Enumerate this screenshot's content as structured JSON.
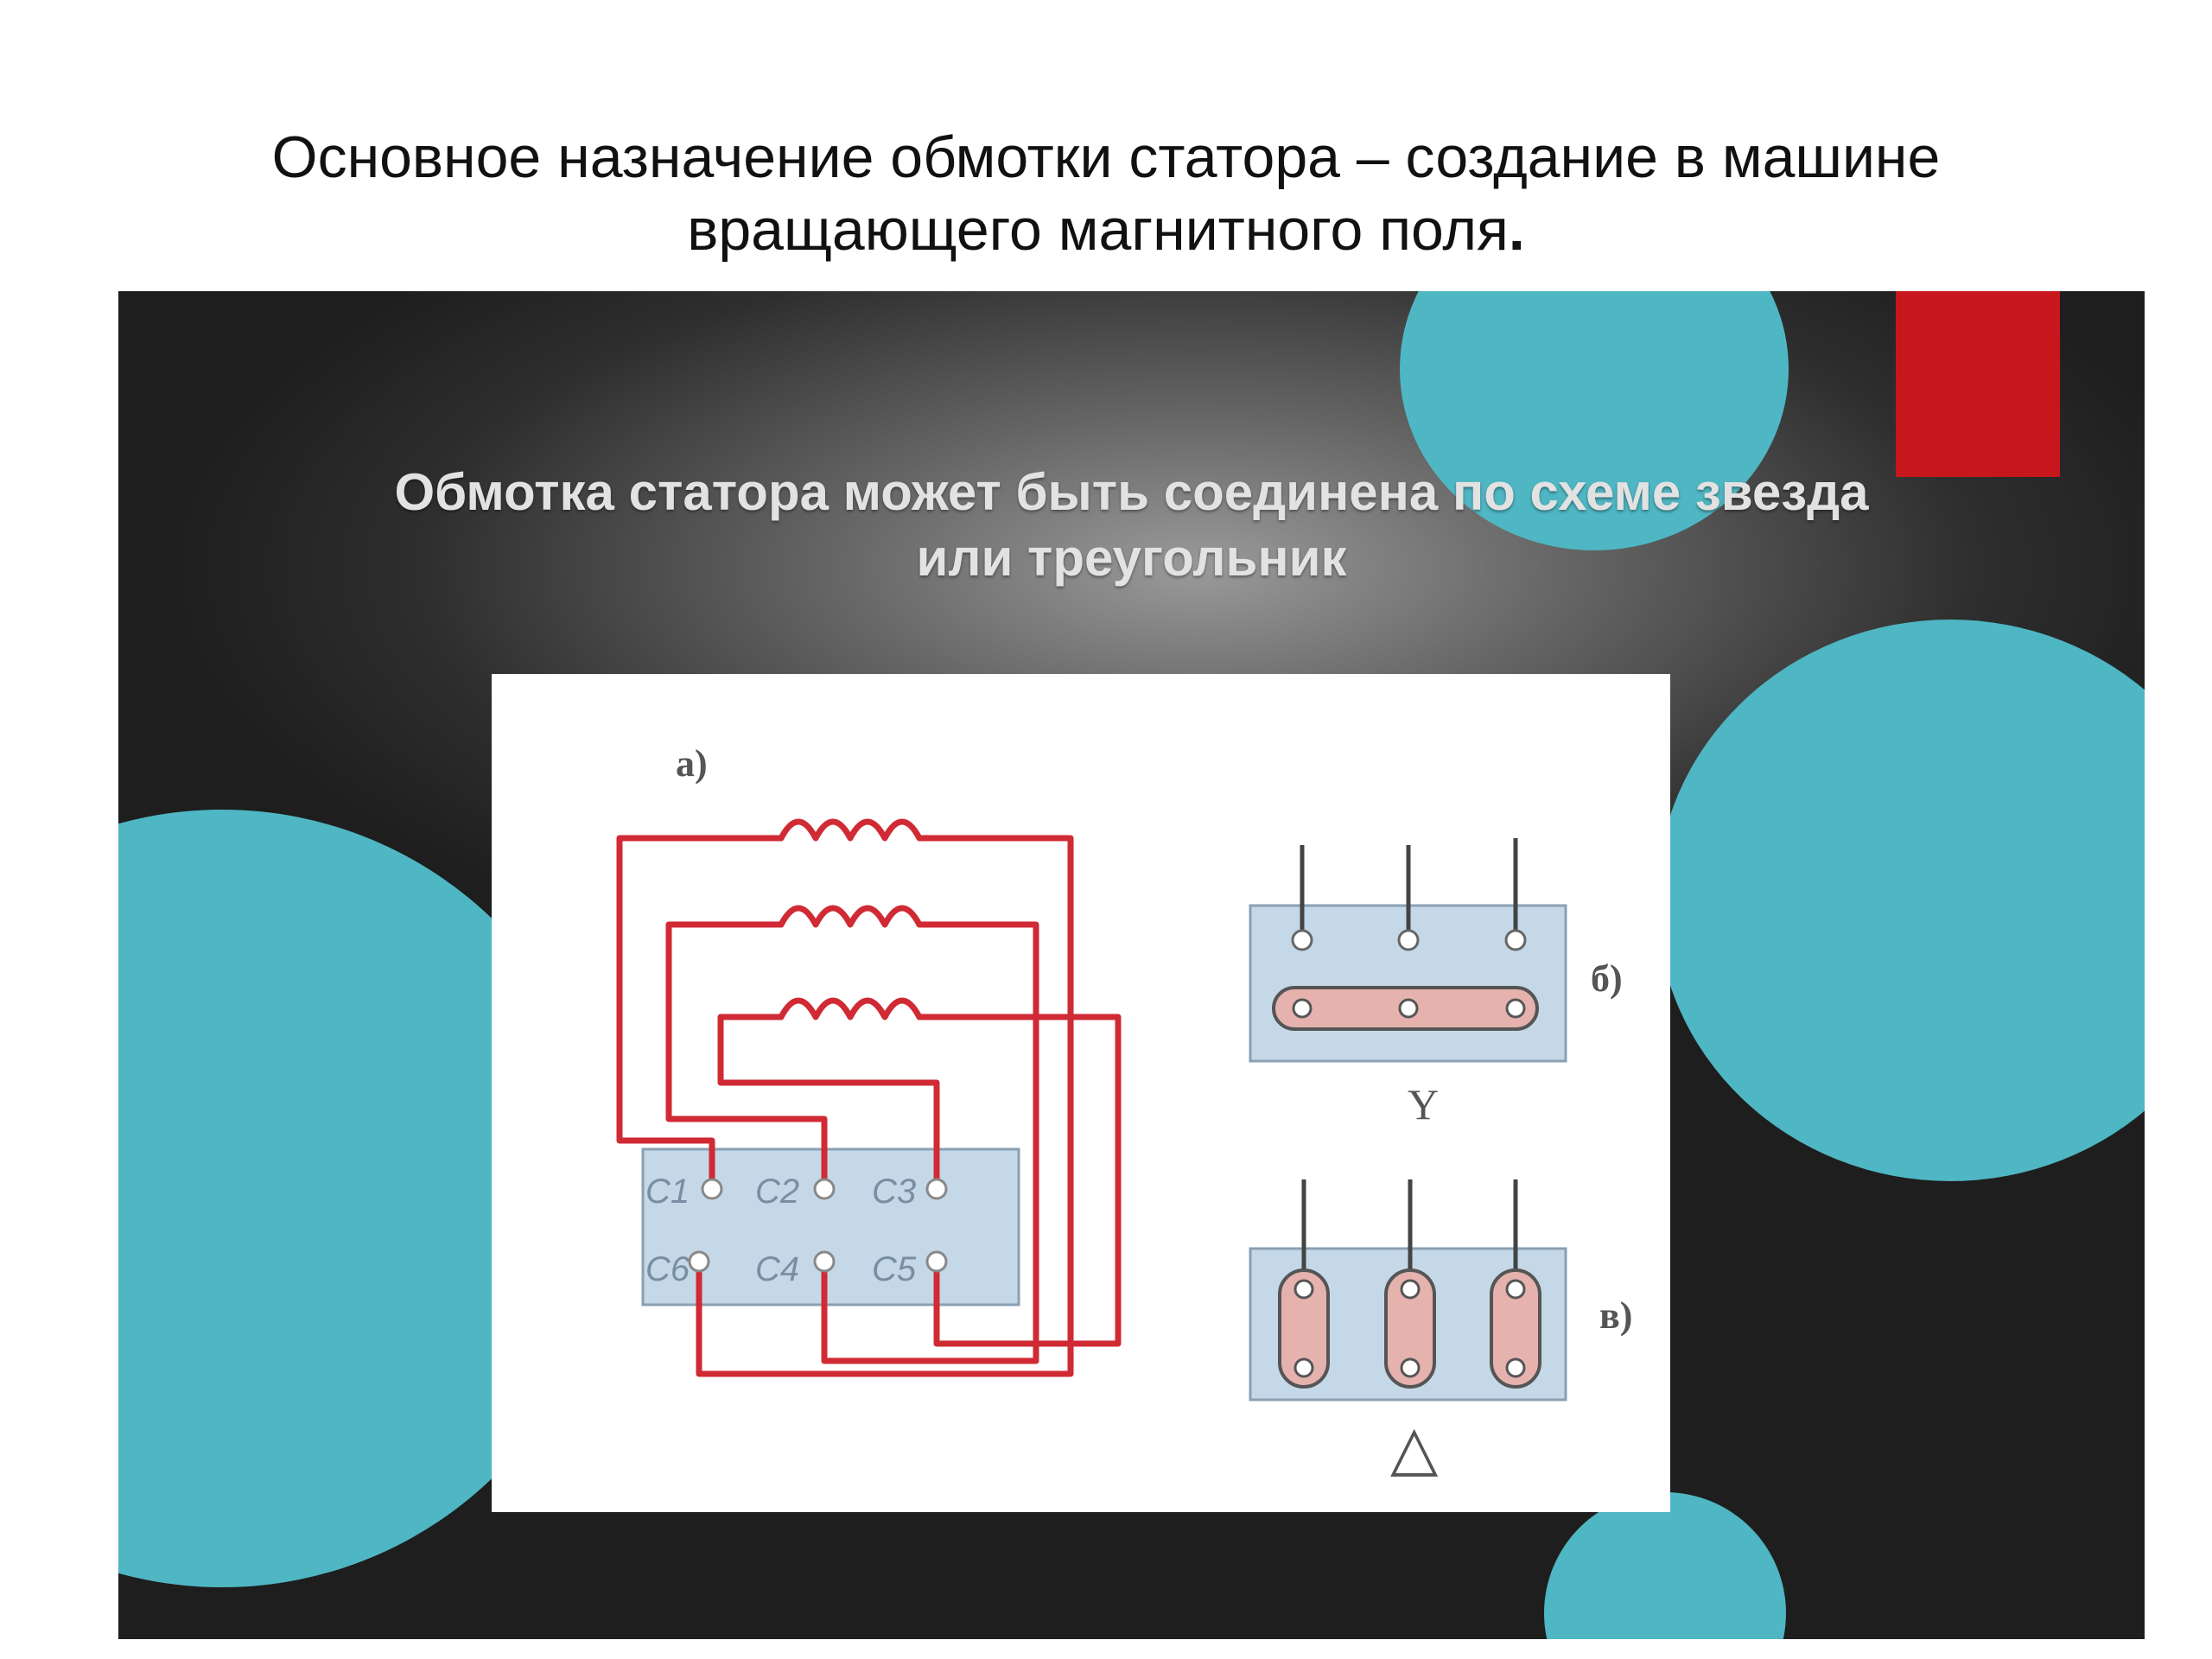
{
  "header": {
    "title_line1": "Основное назначение обмотки статора – создание в машине",
    "title_line2": "вращающего магнитного поля",
    "title_mark": "."
  },
  "slide": {
    "heading_line1": "Обмотка статора может быть соединена по схеме звезда",
    "heading_line2": "или треугольник"
  },
  "diagram": {
    "label_a": "а)",
    "label_b": "б)",
    "label_v": "в)",
    "star_symbol": "Y",
    "delta_symbol": "△",
    "terminals_top": [
      "С1",
      "С2",
      "С3"
    ],
    "terminals_bottom": [
      "С6",
      "С4",
      "С5"
    ]
  },
  "colors": {
    "accent_teal": "#4fb6c3",
    "accent_red": "#c8161d",
    "wire_red": "#d02a34",
    "terminal_board": "#c5d8e8"
  }
}
